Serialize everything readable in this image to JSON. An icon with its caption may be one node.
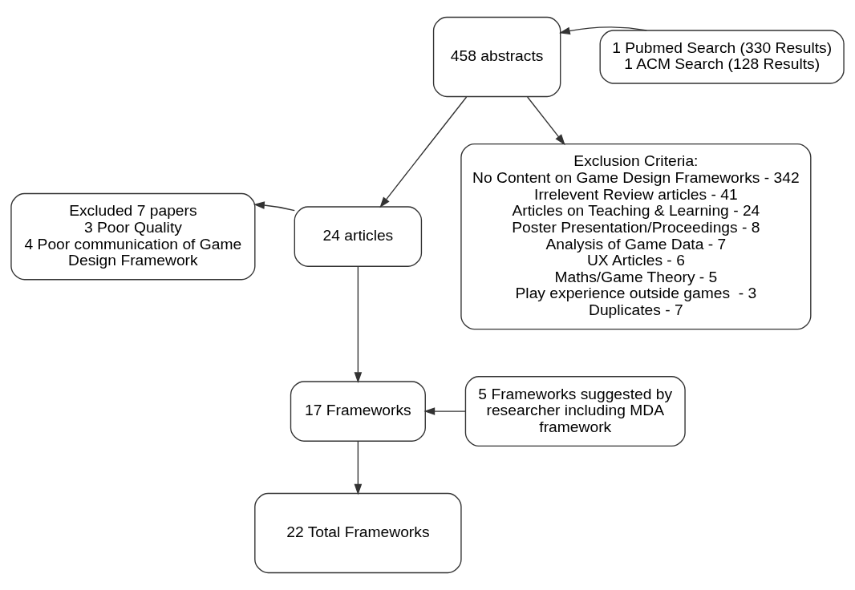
{
  "diagram": {
    "nodes": [
      {
        "text": [
          "458 abstracts"
        ]
      },
      {
        "text": [
          "1 Pubmed Search (330 Results)",
          "1 ACM Search (128 Results)"
        ]
      },
      {
        "text": [
          "Exclusion Criteria:",
          "No Content on Game Design Frameworks - 342",
          "Irrelevent Review articles - 41",
          "Articles on Teaching & Learning - 24",
          "Poster Presentation/Proceedings - 8",
          "Analysis of Game Data - 7",
          "UX Articles - 6",
          "Maths/Game Theory - 5",
          "Play experience outside games  - 3",
          "Duplicates - 7"
        ]
      },
      {
        "text": [
          "Excluded 7 papers",
          "3 Poor Quality",
          "4 Poor communication of Game Design Framework"
        ]
      },
      {
        "text": [
          "24 articles"
        ]
      },
      {
        "text": [
          "5 Frameworks suggested by researcher including MDA framework"
        ]
      },
      {
        "text": [
          "17 Frameworks"
        ]
      },
      {
        "text": [
          "22 Total Frameworks"
        ]
      }
    ],
    "edges": [
      {
        "from": 1,
        "to": 0,
        "arrow": "to"
      },
      {
        "from": 0,
        "to": 2,
        "arrow": "to"
      },
      {
        "from": 0,
        "to": 4,
        "arrow": "to"
      },
      {
        "from": 4,
        "to": 3,
        "arrow": "to"
      },
      {
        "from": 4,
        "to": 6,
        "arrow": "to"
      },
      {
        "from": 5,
        "to": 6,
        "arrow": "to"
      },
      {
        "from": 6,
        "to": 7,
        "arrow": "to"
      }
    ]
  }
}
